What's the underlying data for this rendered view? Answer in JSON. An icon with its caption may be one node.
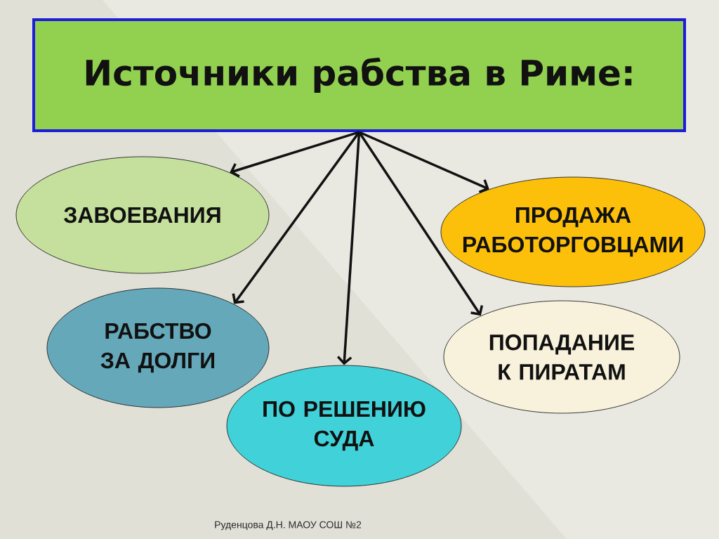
{
  "diagram": {
    "nodes": [
      {
        "text": [
          "Источники рабства в Риме:"
        ]
      },
      {
        "text": [
          "ЗАВОЕВАНИЯ"
        ]
      },
      {
        "text": [
          "ПРОДАЖА РАБОТОРГОВЦАМИ"
        ]
      },
      {
        "text": [
          "РАБСТВО ЗА ДОЛГИ"
        ]
      },
      {
        "text": [
          "ПОПАДАНИЕ К ПИРАТАМ"
        ]
      },
      {
        "text": [
          "ПО РЕШЕНИЮ СУДА"
        ]
      }
    ],
    "edges": [
      {
        "from": 0,
        "to": 1,
        "arrow": "to"
      },
      {
        "from": 0,
        "to": 2,
        "arrow": "to"
      },
      {
        "from": 0,
        "to": 3,
        "arrow": "to"
      },
      {
        "from": 0,
        "to": 4,
        "arrow": "to"
      },
      {
        "from": 0,
        "to": 5,
        "arrow": "to"
      }
    ],
    "labels": [
      "Руденцова Д.Н. МАОУ СОШ №2"
    ]
  }
}
